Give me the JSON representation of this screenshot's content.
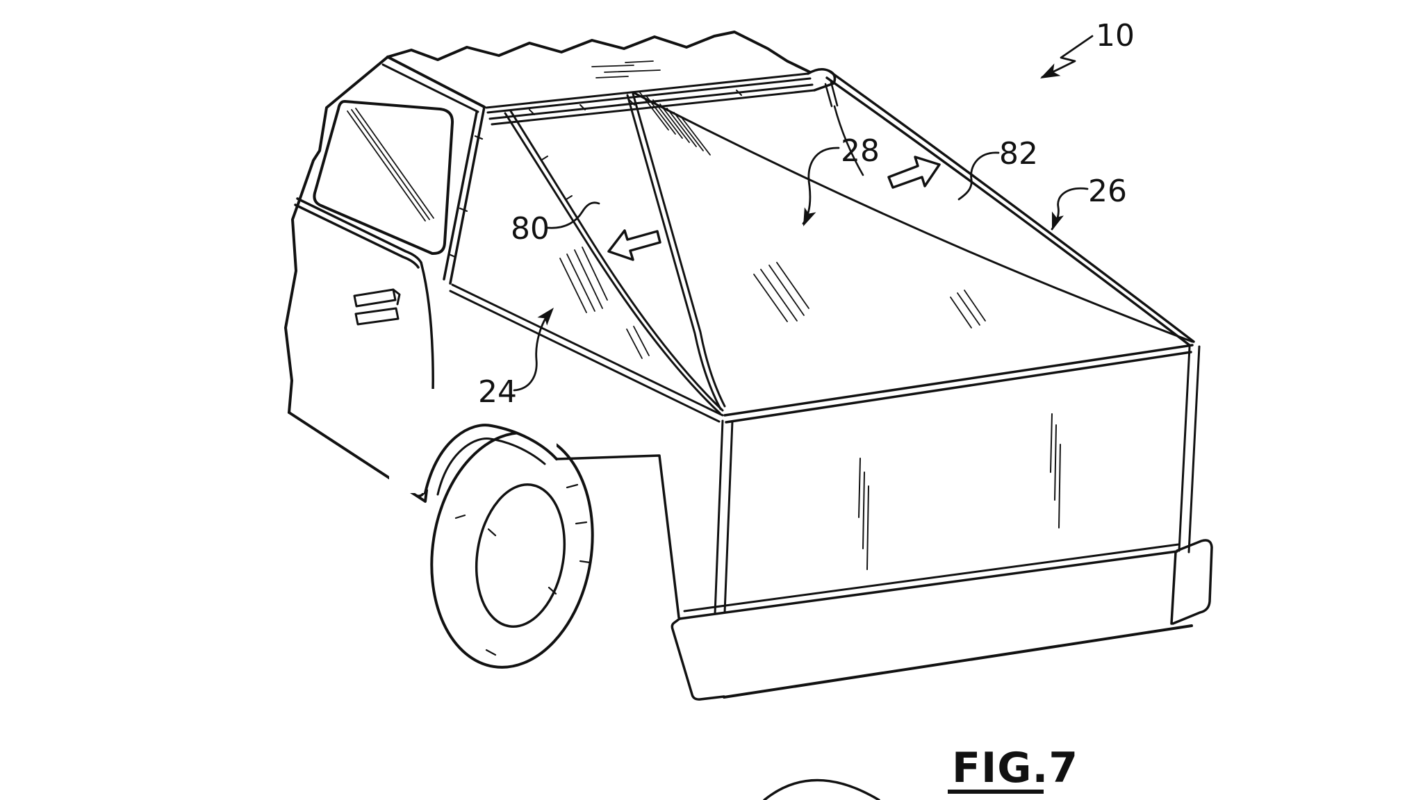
{
  "figure": {
    "caption": "FIG.7",
    "reference_numerals": {
      "n10": "10",
      "n24": "24",
      "n26": "26",
      "n28": "28",
      "n80": "80",
      "n82": "82"
    }
  },
  "icons": {
    "leader_zigzag": "zigzag-leader-arrow",
    "hollow_left": "hollow-arrow-pointing-down-left",
    "hollow_right": "hollow-arrow-pointing-up-right"
  },
  "colors": {
    "ink": "#111111",
    "paper": "#ffffff"
  }
}
